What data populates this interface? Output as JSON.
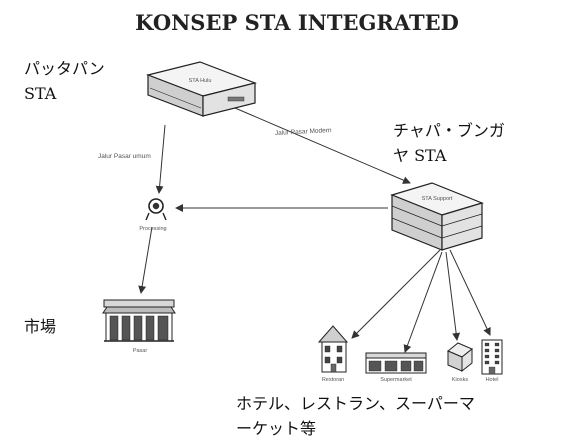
{
  "title": "KONSEP STA INTEGRATED",
  "nodes": {
    "sta_hulu": {
      "box_label": "STA Hulu",
      "caption_line1": "パッタパン",
      "caption_line2": "STA"
    },
    "sta_support": {
      "box_label": "STA Support",
      "caption_line1": "チャパ・ブンガ",
      "caption_line2": "ヤ STA"
    },
    "processing": {
      "label": "Processing"
    },
    "pasar": {
      "label": "Pasar",
      "caption": "市場"
    },
    "restoran": {
      "label": "Restoran"
    },
    "supermarket": {
      "label": "Supermarket"
    },
    "kiosks": {
      "label": "Kiosks"
    },
    "hotel": {
      "label": "Hotel"
    }
  },
  "edges": {
    "hulu_to_support": "Jalur Pasar Modern",
    "hulu_to_processing": "Jalur Pasar umum"
  },
  "footer": {
    "line1": "ホテル、レストラン、スーパーマ",
    "line2": "ーケット等"
  }
}
